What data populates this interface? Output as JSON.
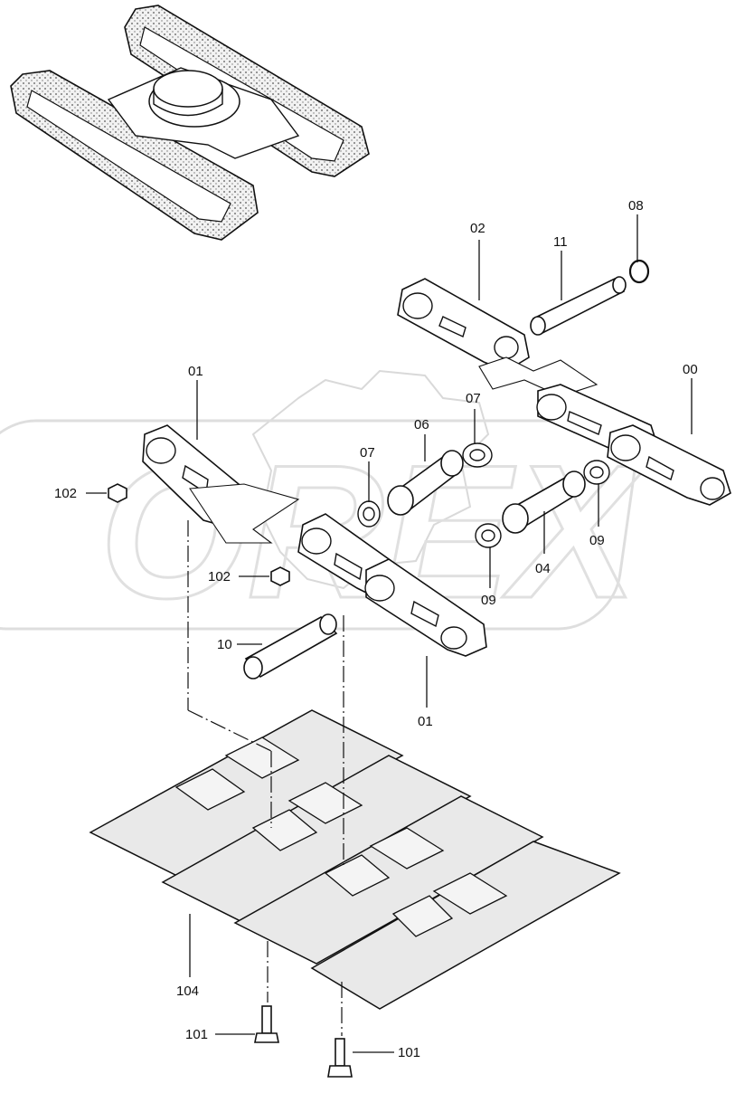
{
  "watermark": "OREX",
  "callouts": {
    "c00": "00",
    "c01a": "01",
    "c01b": "01",
    "c02": "02",
    "c04": "04",
    "c06": "06",
    "c07a": "07",
    "c07b": "07",
    "c08": "08",
    "c09a": "09",
    "c09b": "09",
    "c10": "10",
    "c11": "11",
    "c101a": "101",
    "c101b": "101",
    "c102a": "102",
    "c102b": "102",
    "c104": "104"
  }
}
